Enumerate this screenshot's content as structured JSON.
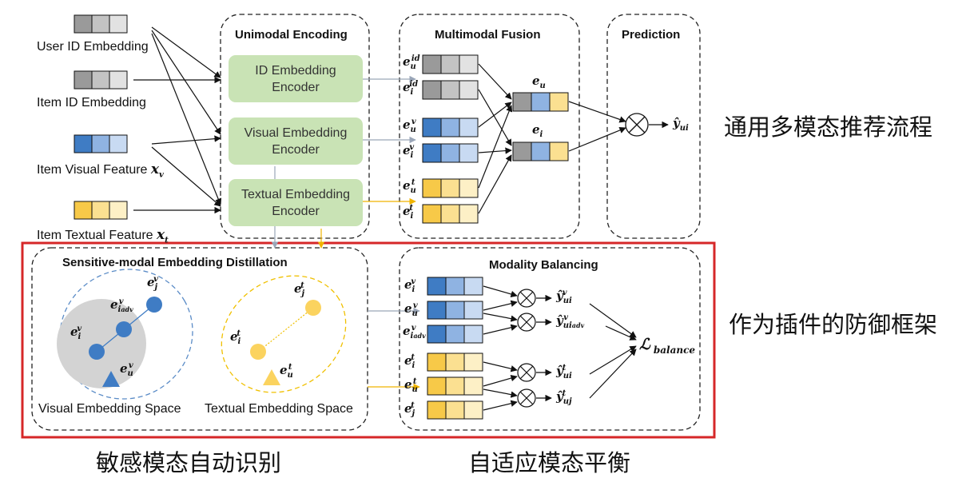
{
  "input": {
    "user_id": "User ID Embedding",
    "item_id": "Item ID Embedding",
    "item_visual": "Item Visual Feature",
    "item_visual_sym": "x",
    "item_visual_sub": "v",
    "item_textual": "Item Textual Feature",
    "item_textual_sym": "x",
    "item_textual_sub": "t"
  },
  "unimodal": {
    "title": "Unimodal Encoding",
    "id_enc": [
      "ID Embedding",
      "Encoder"
    ],
    "vis_enc": [
      "Visual Embedding",
      "Encoder"
    ],
    "txt_enc": [
      "Textual Embedding",
      "Encoder"
    ]
  },
  "fusion": {
    "title": "Multimodal Fusion",
    "e_u": "e_u",
    "e_i": "e_i"
  },
  "prediction": {
    "title": "Prediction",
    "output": "ŷ_ui"
  },
  "distill": {
    "title": "Sensitive-modal Embedding Distillation",
    "visual_space": "Visual Embedding Space",
    "textual_space": "Textual Embedding Space"
  },
  "balancing": {
    "title": "Modality Balancing",
    "loss": "L_balance"
  },
  "captions": {
    "general_pipeline": "通用多模态推荐流程",
    "plugin_defense": "作为插件的防御框架",
    "auto_identify": "敏感模态自动识别",
    "adaptive_balance": "自适应模态平衡"
  },
  "colors": {
    "gray": [
      "#9a9a9a",
      "#c3c3c3",
      "#e2e2e2"
    ],
    "blue": [
      "#3f7cc4",
      "#8fb3e2",
      "#c8daf2"
    ],
    "yellow": [
      "#f7c948",
      "#fbe091",
      "#fdf0c6"
    ],
    "encoder_fill": "#c9e3b5",
    "highlight_border": "#d62728"
  }
}
